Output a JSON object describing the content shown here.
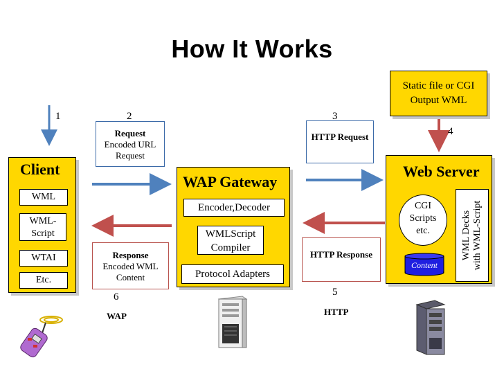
{
  "title": "How It Works",
  "client": {
    "heading": "Client",
    "items": [
      "WML",
      "WML-\nScript",
      "WTAI",
      "Etc."
    ]
  },
  "gateway": {
    "heading": "WAP Gateway",
    "items": [
      "Encoder,Decoder",
      "WMLScript\nCompiler",
      "Protocol Adapters"
    ]
  },
  "server": {
    "heading": "Web Server",
    "cgi": "CGI\nScripts\netc.",
    "content": "Content",
    "decks": "WML Decks\nwith WML-Script"
  },
  "static": "Static file or CGI\nOutput WML",
  "steps": {
    "n1": "1",
    "n2": "2",
    "n3": "3",
    "n4": "4",
    "n5": "5",
    "n6": "6"
  },
  "labels": {
    "request_title": "Request",
    "request_body": "Encoded URL\nRequest",
    "http_request": "HTTP Request",
    "http_response": "HTTP Response",
    "response_title": "Response",
    "response_body": "Encoded WML\nContent",
    "wap": "WAP",
    "http": "HTTP"
  },
  "colors": {
    "box_fill": "#ffd700",
    "arrow_blue": "#4f81bd",
    "arrow_red": "#c0504d",
    "cylinder": "#1f1fe0"
  },
  "icons": [
    "phone-icon",
    "server-tower-icon",
    "web-server-tower-icon"
  ]
}
